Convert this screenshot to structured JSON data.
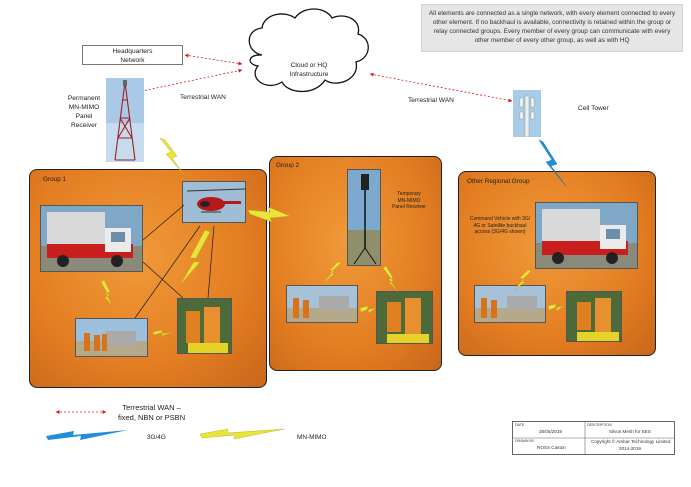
{
  "note": "All elements are connected as a single network, with every element connected to every other element. If no backhaul is available, connectivity is retained within the group or relay connected groups. Every member of every group can communicate with every other member of every other group, as well as with HQ",
  "hq_box": "Headquarters\nNetwork",
  "cloud": "Cloud or HQ\nInfrastructure",
  "tower_left_label": "Permanent\nMN-MIMO\nPanel\nReceiver",
  "wan_left": "Terrestrial WAN",
  "wan_right": "Terrestrial WAN",
  "cell_tower": "Cell Tower",
  "groups": {
    "g1": "Group 1",
    "g2": "Group 2",
    "g3": "Other Regional Group"
  },
  "temp_receiver": "Temporary\nMN-MIMO\nPanel Receiver",
  "command_vehicle": "Command Vehicle with 3G/\n4G or Satellite backhaul\naccess (3G/4G shown)",
  "legend": {
    "wan": "Terrestrial WAN –\nfixed, NBN or PSBN",
    "cell": "3G/4G",
    "mimo": "MN-MIMO"
  },
  "title_block": {
    "date_label": "DATE",
    "date": "28/05/2019",
    "desc_label": "DESCRIPTION",
    "desc": "Silvus Mesh for SES",
    "drawn_label": "DRAWN BY",
    "drawn": "ROSS Caston",
    "copyright": "Copyright © Ambar Technology Limited",
    "years": "2014-2019"
  },
  "colors": {
    "group_fill": "#e37d22",
    "wan_line": "#d62020",
    "cell_bolt": "#1e8fd8",
    "mimo_bolt": "#e8e43a"
  }
}
